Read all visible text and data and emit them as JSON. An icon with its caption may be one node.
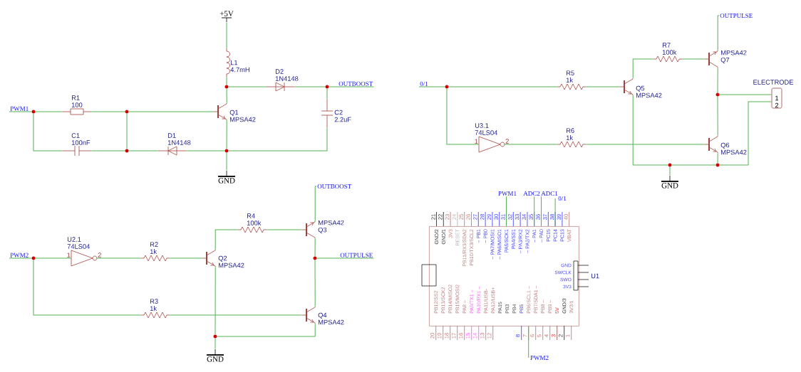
{
  "diagram": {
    "nodes": [
      {
        "text": [
          "+5V"
        ]
      },
      {
        "text": [
          "L1",
          "4.7mH"
        ]
      },
      {
        "text": [
          "D2",
          "1N4148"
        ]
      },
      {
        "text": [
          "OUTBOOST"
        ]
      },
      {
        "text": [
          "PWM1"
        ]
      },
      {
        "text": [
          "R1",
          "100"
        ]
      },
      {
        "text": [
          "Q1",
          "MPSA42"
        ]
      },
      {
        "text": [
          "C2",
          "2.2uF"
        ]
      },
      {
        "text": [
          "C1",
          "100nF"
        ]
      },
      {
        "text": [
          "D1",
          "1N4148"
        ]
      },
      {
        "text": [
          "GND"
        ]
      },
      {
        "text": [],
        "shape": "circle"
      },
      {
        "text": [],
        "shape": "circle"
      },
      {
        "text": [],
        "shape": "circle"
      },
      {
        "text": [],
        "shape": "circle"
      },
      {
        "text": [],
        "shape": "circle"
      },
      {
        "text": [],
        "shape": "circle"
      },
      {
        "text": [
          "0/1"
        ]
      },
      {
        "text": [
          "R5",
          "1k"
        ]
      },
      {
        "text": [
          "Q5",
          "MPSA42"
        ]
      },
      {
        "text": [
          "R7",
          "100k"
        ]
      },
      {
        "text": [
          "MPSA42",
          "Q7"
        ]
      },
      {
        "text": [
          "OUTPULSE"
        ]
      },
      {
        "text": [
          "ELECTRODE",
          "1",
          "2"
        ]
      },
      {
        "text": [
          "U3.1",
          "74LS04"
        ],
        "beside": [
          "1",
          "2"
        ]
      },
      {
        "text": [
          "R6",
          "1k"
        ]
      },
      {
        "text": [
          "Q6",
          "MPSA42"
        ]
      },
      {
        "text": [
          "GND"
        ]
      },
      {
        "text": [],
        "shape": "circle"
      },
      {
        "text": [],
        "shape": "circle"
      },
      {
        "text": [],
        "shape": "circle"
      },
      {
        "text": [],
        "shape": "circle"
      },
      {
        "text": [
          "PWM2"
        ]
      },
      {
        "text": [
          "U2.1",
          "74LS04"
        ],
        "beside": [
          "1",
          "2"
        ]
      },
      {
        "text": [
          "R2",
          "1k"
        ]
      },
      {
        "text": [
          "Q2",
          "MPSA42"
        ]
      },
      {
        "text": [
          "R4",
          "100k"
        ]
      },
      {
        "text": [
          "MPSA42",
          "Q3"
        ]
      },
      {
        "text": [
          "OUTBOOST"
        ]
      },
      {
        "text": [
          "OUTPULSE"
        ]
      },
      {
        "text": [
          "R3",
          "1k"
        ]
      },
      {
        "text": [
          "Q4",
          "MPSA42"
        ]
      },
      {
        "text": [
          "GND"
        ]
      },
      {
        "text": [],
        "shape": "circle"
      },
      {
        "text": [],
        "shape": "circle"
      },
      {
        "text": [],
        "shape": "circle"
      },
      {
        "text": [
          "U1"
        ]
      },
      {
        "text": [
          "PWM1"
        ]
      },
      {
        "text": [
          "ADC2"
        ]
      },
      {
        "text": [
          "ADC1"
        ]
      },
      {
        "text": [
          "0/1"
        ]
      },
      {
        "text": [
          "PWM2"
        ]
      }
    ],
    "edges": [
      {
        "from": 0,
        "to": 1,
        "arrow": "none"
      },
      {
        "from": 1,
        "to": 11,
        "arrow": "none"
      },
      {
        "from": 11,
        "to": 2,
        "arrow": "none"
      },
      {
        "from": 11,
        "to": 6,
        "arrow": "none"
      },
      {
        "from": 2,
        "to": 12,
        "arrow": "none"
      },
      {
        "from": 12,
        "to": 3,
        "arrow": "none"
      },
      {
        "from": 12,
        "to": 7,
        "arrow": "none"
      },
      {
        "from": 4,
        "to": 13,
        "arrow": "none"
      },
      {
        "from": 13,
        "to": 5,
        "arrow": "none"
      },
      {
        "from": 13,
        "to": 8,
        "arrow": "none"
      },
      {
        "from": 5,
        "to": 14,
        "arrow": "none"
      },
      {
        "from": 14,
        "to": 6,
        "arrow": "none"
      },
      {
        "from": 14,
        "to": 15,
        "arrow": "none"
      },
      {
        "from": 8,
        "to": 15,
        "arrow": "none"
      },
      {
        "from": 15,
        "to": 9,
        "arrow": "none"
      },
      {
        "from": 9,
        "to": 16,
        "arrow": "none"
      },
      {
        "from": 6,
        "to": 16,
        "arrow": "none"
      },
      {
        "from": 7,
        "to": 16,
        "arrow": "none"
      },
      {
        "from": 16,
        "to": 10,
        "arrow": "none"
      },
      {
        "from": 17,
        "to": 28,
        "arrow": "none"
      },
      {
        "from": 28,
        "to": 18,
        "arrow": "none"
      },
      {
        "from": 18,
        "to": 19,
        "arrow": "none"
      },
      {
        "from": 19,
        "to": 20,
        "arrow": "none"
      },
      {
        "from": 20,
        "to": 21,
        "arrow": "none"
      },
      {
        "from": 21,
        "to": 22,
        "arrow": "none"
      },
      {
        "from": 21,
        "to": 29,
        "arrow": "none"
      },
      {
        "from": 29,
        "to": 23,
        "arrow": "none"
      },
      {
        "from": 29,
        "to": 26,
        "arrow": "none"
      },
      {
        "from": 28,
        "to": 24,
        "arrow": "none"
      },
      {
        "from": 24,
        "to": 25,
        "arrow": "none"
      },
      {
        "from": 25,
        "to": 26,
        "arrow": "none"
      },
      {
        "from": 19,
        "to": 30,
        "arrow": "none"
      },
      {
        "from": 30,
        "to": 27,
        "arrow": "none"
      },
      {
        "from": 30,
        "to": 31,
        "arrow": "none"
      },
      {
        "from": 26,
        "to": 31,
        "arrow": "none"
      },
      {
        "from": 31,
        "to": 23,
        "arrow": "none"
      },
      {
        "from": 32,
        "to": 43,
        "arrow": "none"
      },
      {
        "from": 43,
        "to": 33,
        "arrow": "none"
      },
      {
        "from": 33,
        "to": 34,
        "arrow": "none"
      },
      {
        "from": 34,
        "to": 35,
        "arrow": "none"
      },
      {
        "from": 35,
        "to": 36,
        "arrow": "none"
      },
      {
        "from": 36,
        "to": 37,
        "arrow": "none"
      },
      {
        "from": 37,
        "to": 38,
        "arrow": "none"
      },
      {
        "from": 37,
        "to": 44,
        "arrow": "none"
      },
      {
        "from": 44,
        "to": 39,
        "arrow": "none"
      },
      {
        "from": 44,
        "to": 41,
        "arrow": "none"
      },
      {
        "from": 43,
        "to": 40,
        "arrow": "none"
      },
      {
        "from": 40,
        "to": 41,
        "arrow": "none"
      },
      {
        "from": 35,
        "to": 45,
        "arrow": "none"
      },
      {
        "from": 41,
        "to": 45,
        "arrow": "none"
      },
      {
        "from": 45,
        "to": 42,
        "arrow": "none"
      },
      {
        "from": 47,
        "to": 46,
        "arrow": "none"
      },
      {
        "from": 48,
        "to": 46,
        "arrow": "none"
      },
      {
        "from": 49,
        "to": 46,
        "arrow": "none"
      },
      {
        "from": 50,
        "to": 46,
        "arrow": "none"
      },
      {
        "from": 51,
        "to": 46,
        "arrow": "none"
      }
    ],
    "labels": [
      "21",
      "22",
      "23",
      "24",
      "25",
      "26",
      "27",
      "28",
      "29",
      "30",
      "31",
      "32",
      "33",
      "34",
      "35",
      "36",
      "37",
      "38",
      "39",
      "40",
      "GND/2",
      "GND/1",
      "3V3",
      "RESET",
      "PB11/RX3/SDA2",
      "PB10/TX3/SCL2",
      "– PB1",
      "– PB0",
      "– PA7/MOSI1",
      "– PA6/MISO1",
      "PA5/SCK1",
      "PA4/SS1",
      "– PA3/RX2",
      "– PA2/TX2",
      "– PA1",
      "– PA0",
      "PC15",
      "PC14",
      "PC13",
      "VBAT",
      "GND",
      "SWCLK",
      "SWO",
      "3V3",
      "PB12/SS2",
      "PB13/SCK2",
      "PB14/MISO2",
      "PB15/MOSI2",
      "PA8 –",
      "PA9/TX1 –",
      "PA10/RX1 –",
      "PA11/USB-",
      "PA12/USB+",
      "PA15",
      "PB3",
      "PB4",
      "PB5",
      "PB6/SCL1 –",
      "PB7/SDA1 –",
      "PB8 –",
      "PB9 –",
      "5V",
      "GND/3",
      "3V3/1",
      "20",
      "19",
      "18",
      "17",
      "16",
      "15",
      "14",
      "13",
      "12",
      "8",
      "7",
      "6",
      "5",
      "4",
      "3",
      "2",
      "1"
    ]
  }
}
